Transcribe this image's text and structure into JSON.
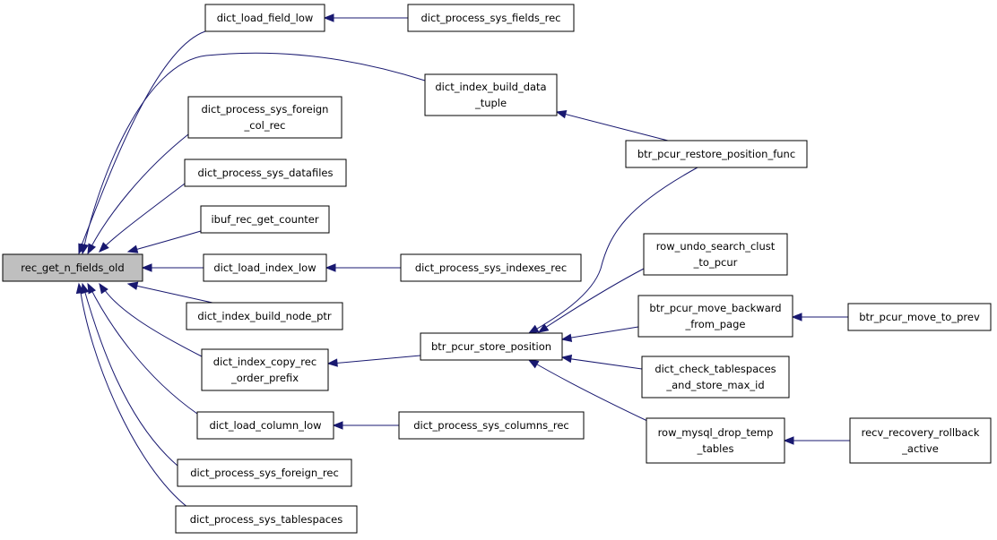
{
  "colors": {
    "edge": "#191970",
    "root_fill": "#bfbfbf",
    "node_fill": "#ffffff"
  },
  "nodes": [
    {
      "id": "rec_get_n_fields_old",
      "lines": [
        "rec_get_n_fields_old"
      ]
    },
    {
      "id": "dict_load_field_low",
      "lines": [
        "dict_load_field_low"
      ]
    },
    {
      "id": "dict_process_sys_fields_rec",
      "lines": [
        "dict_process_sys_fields_rec"
      ]
    },
    {
      "id": "dict_index_build_data_tuple",
      "lines": [
        "dict_index_build_data",
        "_tuple"
      ]
    },
    {
      "id": "dict_process_sys_foreign_col_rec",
      "lines": [
        "dict_process_sys_foreign",
        "_col_rec"
      ]
    },
    {
      "id": "btr_pcur_restore_position_func",
      "lines": [
        "btr_pcur_restore_position_func"
      ]
    },
    {
      "id": "dict_process_sys_datafiles",
      "lines": [
        "dict_process_sys_datafiles"
      ]
    },
    {
      "id": "ibuf_rec_get_counter",
      "lines": [
        "ibuf_rec_get_counter"
      ]
    },
    {
      "id": "row_undo_search_clust_to_pcur",
      "lines": [
        "row_undo_search_clust",
        "_to_pcur"
      ]
    },
    {
      "id": "dict_load_index_low",
      "lines": [
        "dict_load_index_low"
      ]
    },
    {
      "id": "dict_process_sys_indexes_rec",
      "lines": [
        "dict_process_sys_indexes_rec"
      ]
    },
    {
      "id": "btr_pcur_move_backward_from_page",
      "lines": [
        "btr_pcur_move_backward",
        "_from_page"
      ]
    },
    {
      "id": "btr_pcur_move_to_prev",
      "lines": [
        "btr_pcur_move_to_prev"
      ]
    },
    {
      "id": "dict_index_build_node_ptr",
      "lines": [
        "dict_index_build_node_ptr"
      ]
    },
    {
      "id": "btr_pcur_store_position",
      "lines": [
        "btr_pcur_store_position"
      ]
    },
    {
      "id": "dict_index_copy_rec_order_prefix",
      "lines": [
        "dict_index_copy_rec",
        "_order_prefix"
      ]
    },
    {
      "id": "dict_check_tablespaces_and_store_max_id",
      "lines": [
        "dict_check_tablespaces",
        "_and_store_max_id"
      ]
    },
    {
      "id": "dict_load_column_low",
      "lines": [
        "dict_load_column_low"
      ]
    },
    {
      "id": "dict_process_sys_columns_rec",
      "lines": [
        "dict_process_sys_columns_rec"
      ]
    },
    {
      "id": "row_mysql_drop_temp_tables",
      "lines": [
        "row_mysql_drop_temp",
        "_tables"
      ]
    },
    {
      "id": "recv_recovery_rollback_active",
      "lines": [
        "recv_recovery_rollback",
        "_active"
      ]
    },
    {
      "id": "dict_process_sys_foreign_rec",
      "lines": [
        "dict_process_sys_foreign_rec"
      ]
    },
    {
      "id": "dict_process_sys_tablespaces",
      "lines": [
        "dict_process_sys_tablespaces"
      ]
    }
  ],
  "edges": [
    {
      "from": "dict_load_field_low",
      "to": "rec_get_n_fields_old"
    },
    {
      "from": "dict_index_build_data_tuple",
      "to": "rec_get_n_fields_old"
    },
    {
      "from": "dict_process_sys_foreign_col_rec",
      "to": "rec_get_n_fields_old"
    },
    {
      "from": "dict_process_sys_datafiles",
      "to": "rec_get_n_fields_old"
    },
    {
      "from": "ibuf_rec_get_counter",
      "to": "rec_get_n_fields_old"
    },
    {
      "from": "dict_load_index_low",
      "to": "rec_get_n_fields_old"
    },
    {
      "from": "dict_index_build_node_ptr",
      "to": "rec_get_n_fields_old"
    },
    {
      "from": "dict_index_copy_rec_order_prefix",
      "to": "rec_get_n_fields_old"
    },
    {
      "from": "dict_load_column_low",
      "to": "rec_get_n_fields_old"
    },
    {
      "from": "dict_process_sys_foreign_rec",
      "to": "rec_get_n_fields_old"
    },
    {
      "from": "dict_process_sys_tablespaces",
      "to": "rec_get_n_fields_old"
    },
    {
      "from": "dict_process_sys_fields_rec",
      "to": "dict_load_field_low"
    },
    {
      "from": "btr_pcur_restore_position_func",
      "to": "dict_index_build_data_tuple"
    },
    {
      "from": "dict_process_sys_indexes_rec",
      "to": "dict_load_index_low"
    },
    {
      "from": "btr_pcur_store_position",
      "to": "dict_index_copy_rec_order_prefix"
    },
    {
      "from": "dict_process_sys_columns_rec",
      "to": "dict_load_column_low"
    },
    {
      "from": "btr_pcur_restore_position_func",
      "to": "btr_pcur_store_position"
    },
    {
      "from": "row_undo_search_clust_to_pcur",
      "to": "btr_pcur_store_position"
    },
    {
      "from": "btr_pcur_move_backward_from_page",
      "to": "btr_pcur_store_position"
    },
    {
      "from": "dict_check_tablespaces_and_store_max_id",
      "to": "btr_pcur_store_position"
    },
    {
      "from": "row_mysql_drop_temp_tables",
      "to": "btr_pcur_store_position"
    },
    {
      "from": "btr_pcur_move_to_prev",
      "to": "btr_pcur_move_backward_from_page"
    },
    {
      "from": "recv_recovery_rollback_active",
      "to": "row_mysql_drop_temp_tables"
    }
  ]
}
